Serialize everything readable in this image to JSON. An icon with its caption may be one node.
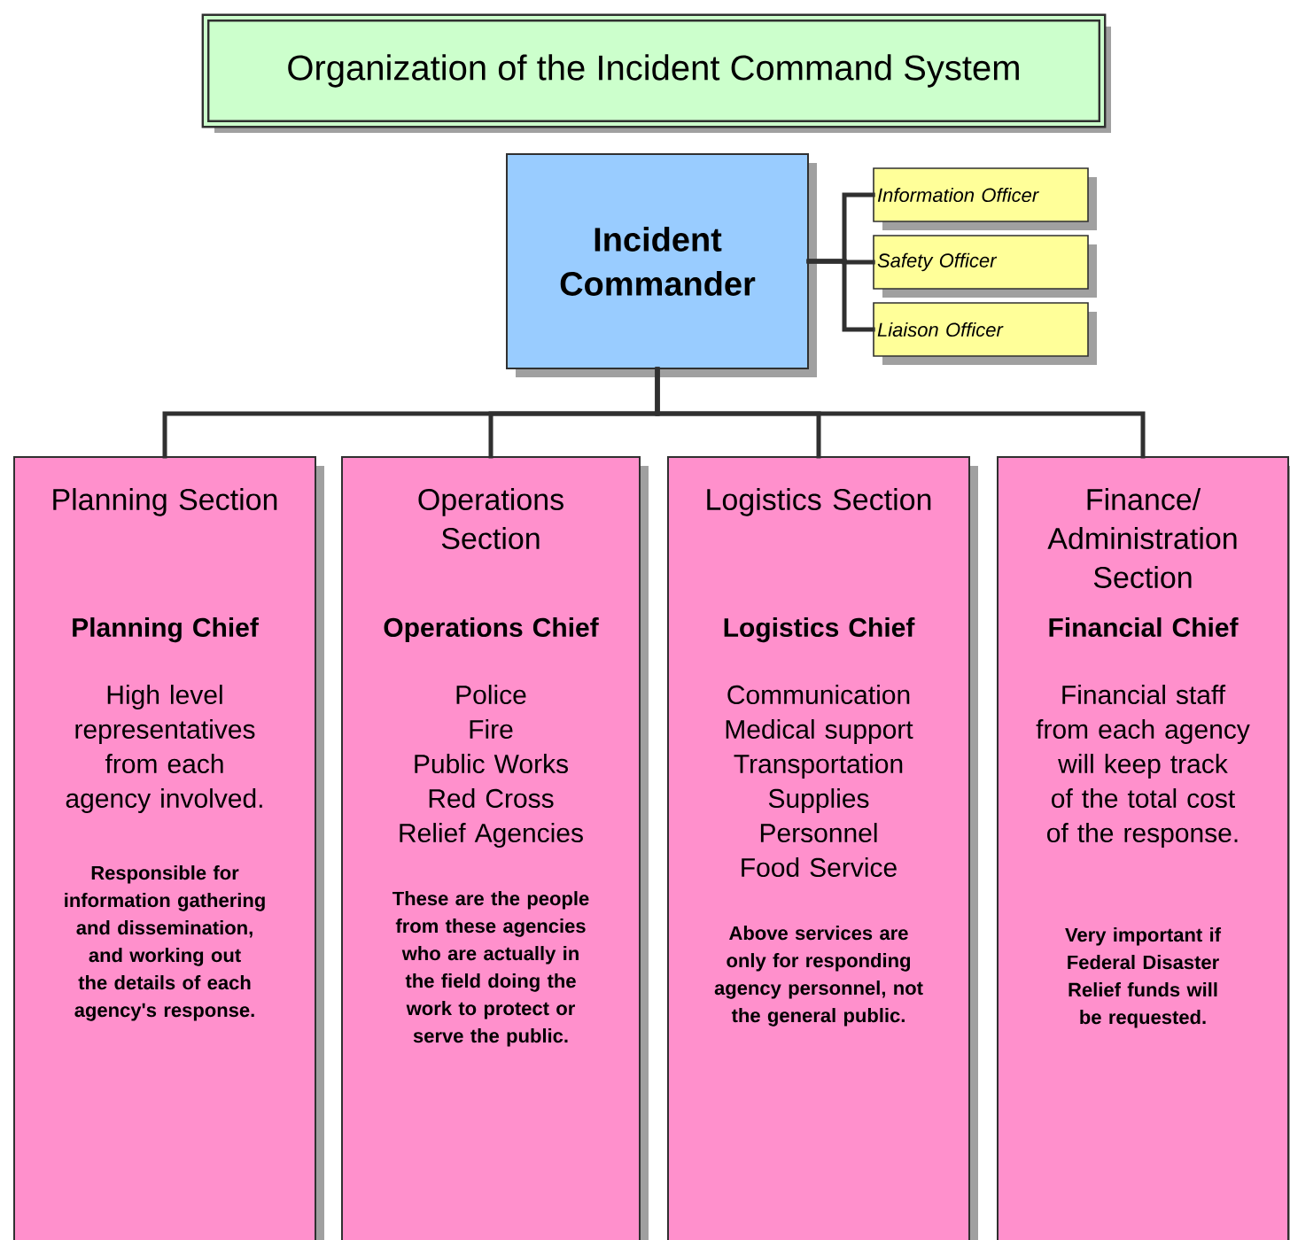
{
  "diagram": {
    "nodes": [
      {
        "text": [
          "Organization of the  Incident Command System"
        ]
      },
      {
        "text": [
          "Incident Commander"
        ]
      },
      {
        "text": [
          "Information Officer"
        ]
      },
      {
        "text": [
          "Safety Officer"
        ]
      },
      {
        "text": [
          "Liaison Officer"
        ]
      },
      {
        "text": [
          "Planning Section",
          "Planning Chief",
          "High level representatives from each agency involved.",
          "Responsible for information gathering and dissemination, and working out the details of each agency's response."
        ]
      },
      {
        "text": [
          "Operations Section",
          "Operations Chief",
          "Police",
          "Fire",
          "Public Works",
          "Red Cross",
          "Relief Agencies",
          "These are the people from these agencies who are actually in the field doing the work to protect or serve the public."
        ]
      },
      {
        "text": [
          "Logistics Section",
          "Logistics Chief",
          "Communication",
          "Medical support",
          "Transportation",
          "Supplies",
          "Personnel",
          "Food Service",
          "Above services are only for responding agency personnel, not the general public."
        ]
      },
      {
        "text": [
          "Finance/ Administration Section",
          "Financial Chief",
          "Financial staff from each agency will keep track of the total cost of the response.",
          "Very important if Federal Disaster Relief funds will be requested."
        ]
      }
    ],
    "edges": [
      {
        "from": 1,
        "to": 2,
        "arrow": "none"
      },
      {
        "from": 1,
        "to": 3,
        "arrow": "none"
      },
      {
        "from": 1,
        "to": 4,
        "arrow": "none"
      },
      {
        "from": 1,
        "to": 5,
        "arrow": "none"
      },
      {
        "from": 1,
        "to": 6,
        "arrow": "none"
      },
      {
        "from": 1,
        "to": 7,
        "arrow": "none"
      },
      {
        "from": 1,
        "to": 8,
        "arrow": "none"
      }
    ]
  }
}
